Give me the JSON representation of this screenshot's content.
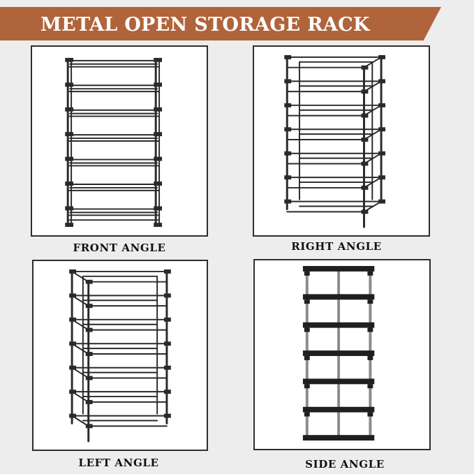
{
  "banner": {
    "title": "METAL OPEN STORAGE RACK",
    "background_color": "#b0643b",
    "text_color": "#ffffff"
  },
  "panels": [
    {
      "caption": "FRONT ANGLE",
      "view": "front"
    },
    {
      "caption": "RIGHT ANGLE",
      "view": "right"
    },
    {
      "caption": "LEFT ANGLE",
      "view": "left"
    },
    {
      "caption": "SIDE ANGLE",
      "view": "side"
    }
  ],
  "colors": {
    "rack_frame": "#2a2a2a",
    "side_tube": "#8c8c8c",
    "panel_border": "#2e2e2e",
    "page_background": "#ededed"
  }
}
